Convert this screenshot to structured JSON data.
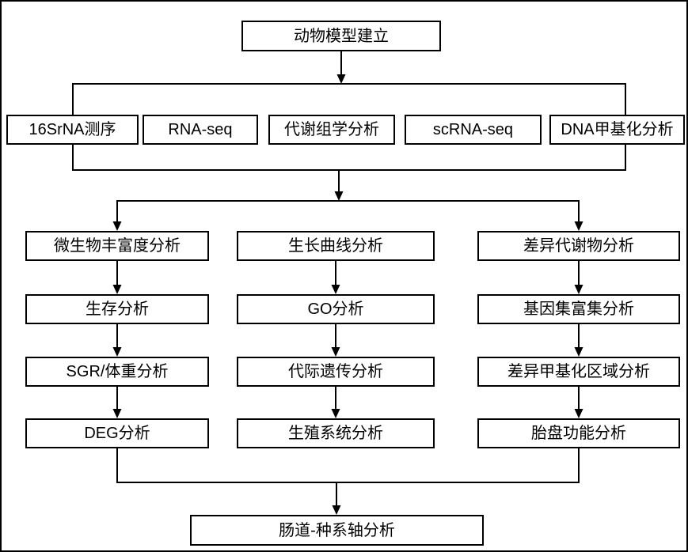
{
  "diagram": {
    "root_label": "动物模型建立",
    "methods": [
      {
        "label": "16SrNA测序"
      },
      {
        "label": "RNA-seq"
      },
      {
        "label": "代谢组学分析"
      },
      {
        "label": "scRNA-seq"
      },
      {
        "label": "DNA甲基化分析"
      }
    ],
    "columns": [
      {
        "steps": [
          {
            "label": "微生物丰富度分析"
          },
          {
            "label": "生存分析"
          },
          {
            "label": "SGR/体重分析"
          },
          {
            "label": "DEG分析"
          }
        ]
      },
      {
        "steps": [
          {
            "label": "生长曲线分析"
          },
          {
            "label": "GO分析"
          },
          {
            "label": "代际遗传分析"
          },
          {
            "label": "生殖系统分析"
          }
        ]
      },
      {
        "steps": [
          {
            "label": "差异代谢物分析"
          },
          {
            "label": "基因集富集分析"
          },
          {
            "label": "差异甲基化区域分析"
          },
          {
            "label": "胎盘功能分析"
          }
        ]
      }
    ],
    "final_label": "肠道-种系轴分析",
    "colors": {
      "line": "#000000",
      "box_border": "#000000",
      "text": "#000000",
      "background": "#ffffff"
    }
  }
}
